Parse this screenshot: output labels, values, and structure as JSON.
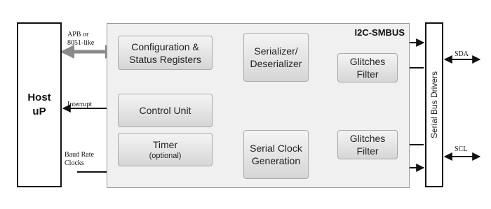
{
  "host": {
    "line1": "Host",
    "line2": "uP"
  },
  "module_title": "I2C-SMBUS",
  "blocks": {
    "config": {
      "line1": "Configuration &",
      "line2": "Status Registers"
    },
    "control": "Control Unit",
    "timer": {
      "line1": "Timer",
      "line2": "(optional)"
    },
    "serializer": {
      "line1": "Serializer/",
      "line2": "Deserializer"
    },
    "clockgen": {
      "line1": "Serial Clock",
      "line2": "Generation"
    },
    "glitch_top": {
      "line1": "Glitches",
      "line2": "Filter"
    },
    "glitch_bottom": {
      "line1": "Glitches",
      "line2": "Filter"
    }
  },
  "bus_drivers": "Serial Bus Drivers",
  "signals": {
    "apb_line1": "APB or",
    "apb_line2": "8051-like",
    "interrupt": "Interrupt",
    "baud_line1": "Baud Rate",
    "baud_line2": "Clocks",
    "sda": "SDA",
    "scl": "SCL"
  }
}
